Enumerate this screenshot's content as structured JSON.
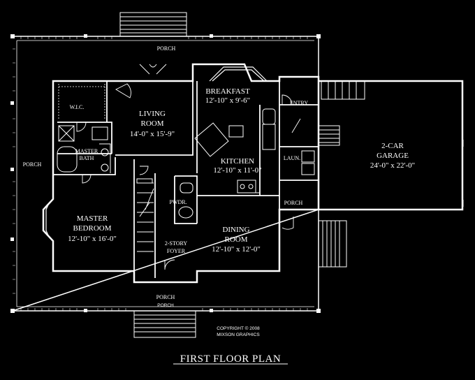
{
  "plan": {
    "title": "FIRST FLOOR PLAN",
    "copyright": [
      "COPYRIGHT © 2008",
      "MIXSON GRAPHICS"
    ]
  },
  "rooms": {
    "porch_top": "PORCH",
    "porch_left": "PORCH",
    "porch_bottom": "PORCH",
    "porch_side": "PORCH",
    "porch_bottom_small": "PORCH",
    "wic": "W.I.C.",
    "living": [
      "LIVING",
      "ROOM",
      "14'-0\" x 15'-9\""
    ],
    "breakfast": [
      "BREAKFAST",
      "12'-10\" x 9'-6\""
    ],
    "entry": "ENTRY",
    "kitchen": [
      "KITCHEN",
      "12'-10\" x 11'-0\""
    ],
    "master_bath": [
      "MASTER",
      "BATH"
    ],
    "laun": "LAUN.",
    "garage": [
      "2-CAR",
      "GARAGE",
      "24'-0\" x 22'-0\""
    ],
    "pwdr": "PWDR.",
    "master_bedroom": [
      "MASTER",
      "BEDROOM",
      "12'-10\" x 16'-0\""
    ],
    "dining": [
      "DINING",
      "ROOM",
      "12'-10\" x 12'-0\""
    ],
    "foyer": [
      "2-STORY",
      "FOYER"
    ]
  }
}
